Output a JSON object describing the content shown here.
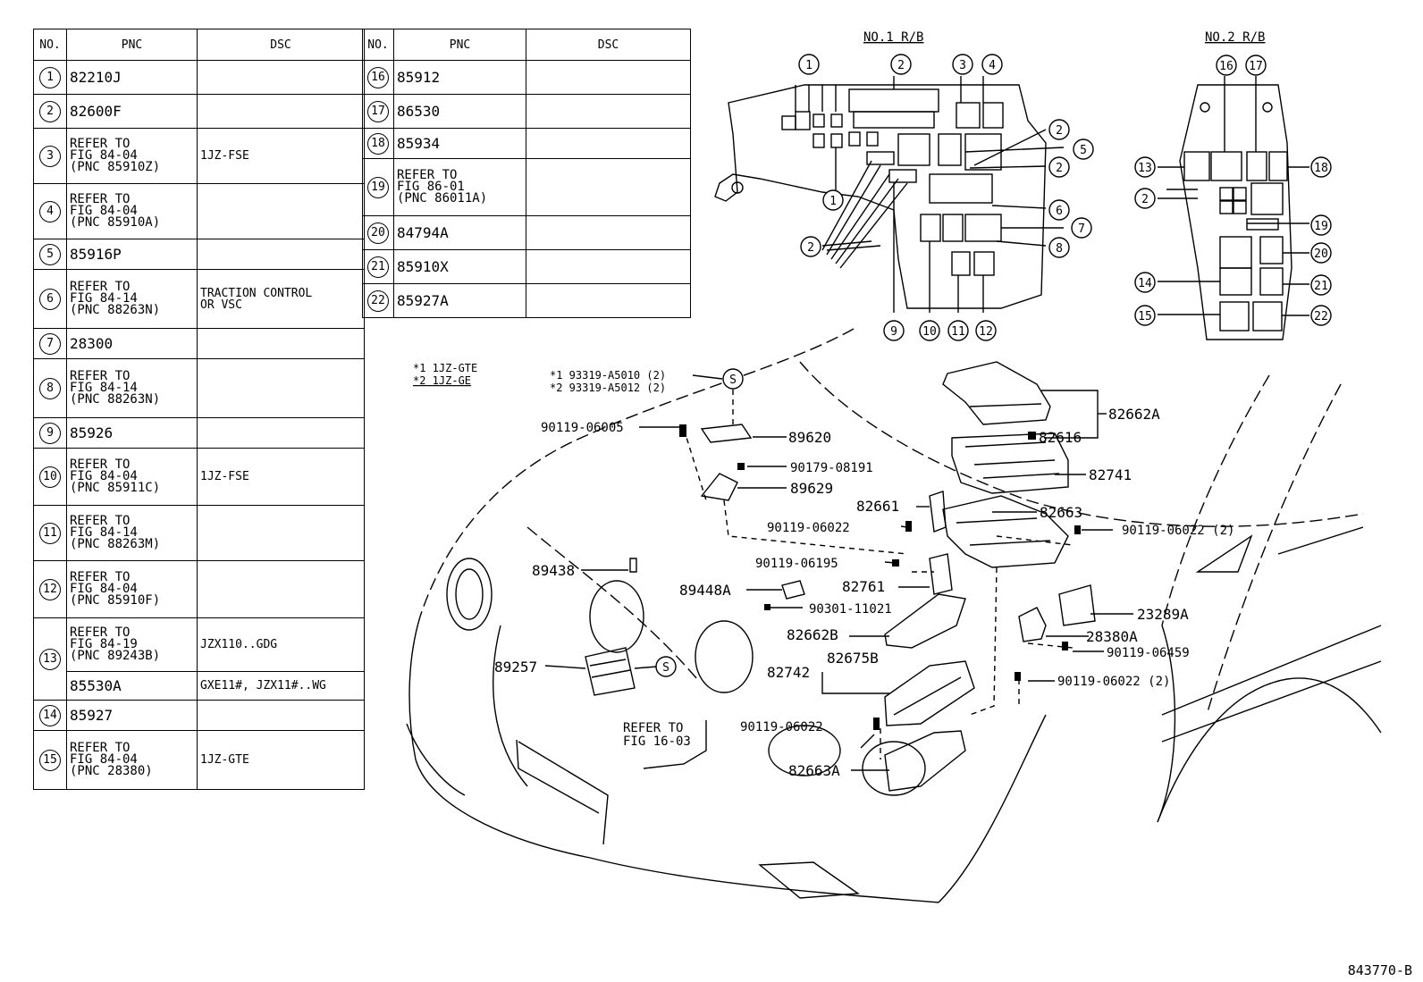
{
  "table": {
    "headers": {
      "no": "NO.",
      "pnc": "PNC",
      "dsc": "DSC"
    },
    "left_rows": [
      {
        "no": "1",
        "pnc": "82210J",
        "dsc": ""
      },
      {
        "no": "2",
        "pnc": "82600F",
        "dsc": ""
      },
      {
        "no": "3",
        "pnc": "REFER TO\nFIG 84-04\n(PNC 85910Z)",
        "dsc": "1JZ-FSE"
      },
      {
        "no": "4",
        "pnc": "REFER TO\nFIG 84-04\n(PNC 85910A)",
        "dsc": ""
      },
      {
        "no": "5",
        "pnc": "85916P",
        "dsc": ""
      },
      {
        "no": "6",
        "pnc": "REFER TO\nFIG 84-14\n(PNC 88263N)",
        "dsc": "TRACTION CONTROL\nOR VSC"
      },
      {
        "no": "7",
        "pnc": "28300",
        "dsc": ""
      },
      {
        "no": "8",
        "pnc": "REFER TO\nFIG 84-14\n(PNC 88263N)",
        "dsc": ""
      },
      {
        "no": "9",
        "pnc": "85926",
        "dsc": ""
      },
      {
        "no": "10",
        "pnc": "REFER TO\nFIG 84-04\n(PNC 85911C)",
        "dsc": "1JZ-FSE"
      },
      {
        "no": "11",
        "pnc": "REFER TO\nFIG 84-14\n(PNC 88263M)",
        "dsc": ""
      },
      {
        "no": "12",
        "pnc": "REFER TO\nFIG 84-04\n(PNC 85910F)",
        "dsc": ""
      },
      {
        "no": "13",
        "pnc": "REFER TO\nFIG 84-19\n(PNC 89243B)",
        "dsc": "JZX110..GDG",
        "pnc2": "85530A",
        "dsc2": "GXE11#, JZX11#..WG"
      },
      {
        "no": "14",
        "pnc": "85927",
        "dsc": ""
      },
      {
        "no": "15",
        "pnc": "REFER TO\nFIG 84-04\n(PNC 28380)",
        "dsc": "1JZ-GTE"
      }
    ],
    "right_rows": [
      {
        "no": "16",
        "pnc": "85912",
        "dsc": ""
      },
      {
        "no": "17",
        "pnc": "86530",
        "dsc": ""
      },
      {
        "no": "18",
        "pnc": "85934",
        "dsc": ""
      },
      {
        "no": "19",
        "pnc": "REFER TO\nFIG 86-01\n(PNC 86011A)",
        "dsc": ""
      },
      {
        "no": "20",
        "pnc": "84794A",
        "dsc": ""
      },
      {
        "no": "21",
        "pnc": "85910X",
        "dsc": ""
      },
      {
        "no": "22",
        "pnc": "85927A",
        "dsc": ""
      }
    ]
  },
  "relay_blocks": {
    "no1_title": "NO.1 R/B",
    "no2_title": "NO.2 R/B"
  },
  "notes": {
    "n1": "*1 1JZ-GTE",
    "n2": "*2 1JZ-GE"
  },
  "labels": {
    "bolt_a": "*1 93319-A5010 (2)",
    "bolt_b": "*2 93319-A5012 (2)",
    "s_mark": "S",
    "p90119_06005": "90119-06005",
    "p89620": "89620",
    "p90179_08191": "90179-08191",
    "p89629": "89629",
    "p82662A": "82662A",
    "p82616": "82616",
    "p82741": "82741",
    "p82661": "82661",
    "p82663": "82663",
    "p90119_06022a": "90119-06022",
    "p90119_06022_2a": "90119-06022 (2)",
    "p90119_06195": "90119-06195",
    "p82761": "82761",
    "p89438": "89438",
    "p89448A": "89448A",
    "p90301_11021": "90301-11021",
    "p23289A": "23289A",
    "p82662B": "82662B",
    "p28380A": "28380A",
    "p90119_06459": "90119-06459",
    "p89257": "89257",
    "p82742": "82742",
    "p82675B": "82675B",
    "p90119_06022_2b": "90119-06022 (2)",
    "refer1": "REFER TO",
    "refer2": "FIG 16-03",
    "p90119_06022b": "90119-06022",
    "p82663A": "82663A"
  },
  "figure_code": "843770-B"
}
